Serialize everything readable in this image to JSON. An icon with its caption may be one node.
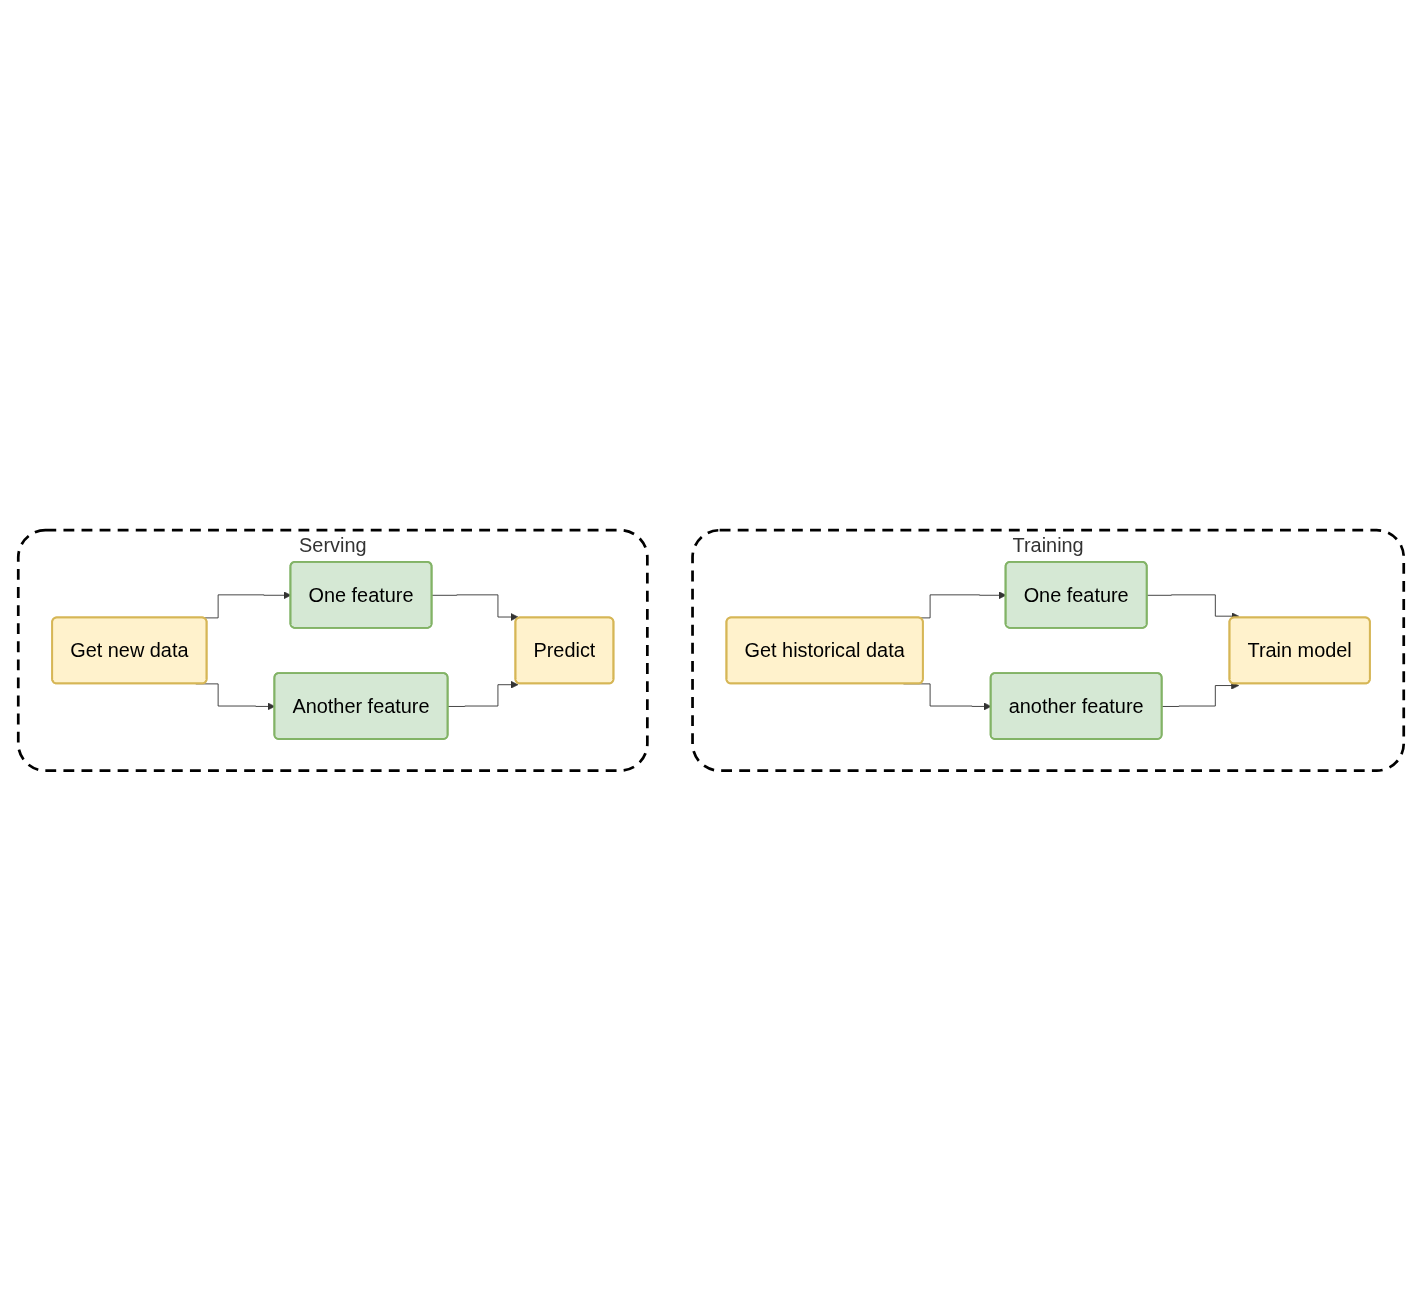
{
  "diagram": {
    "nodes": [
      {
        "text": [
          "Training"
        ]
      },
      {
        "text": [
          "Get historical data"
        ],
        "in": 0
      },
      {
        "text": [
          "One feature"
        ],
        "in": 0
      },
      {
        "text": [
          "another feature"
        ],
        "in": 0
      },
      {
        "text": [
          "Train model"
        ],
        "in": 0
      },
      {
        "text": [
          "Serving"
        ]
      },
      {
        "text": [
          "Get new data"
        ],
        "in": 5
      },
      {
        "text": [
          "One feature"
        ],
        "in": 5
      },
      {
        "text": [
          "Another feature"
        ],
        "in": 5
      },
      {
        "text": [
          "Predict"
        ],
        "in": 5
      }
    ],
    "edges": [
      {
        "from": 1,
        "to": 2,
        "arrow": "to"
      },
      {
        "from": 1,
        "to": 3,
        "arrow": "to"
      },
      {
        "from": 2,
        "to": 4,
        "arrow": "to"
      },
      {
        "from": 3,
        "to": 4,
        "arrow": "to"
      },
      {
        "from": 6,
        "to": 7,
        "arrow": "to"
      },
      {
        "from": 6,
        "to": 8,
        "arrow": "to"
      },
      {
        "from": 7,
        "to": 9,
        "arrow": "to"
      },
      {
        "from": 8,
        "to": 9,
        "arrow": "to"
      }
    ]
  }
}
